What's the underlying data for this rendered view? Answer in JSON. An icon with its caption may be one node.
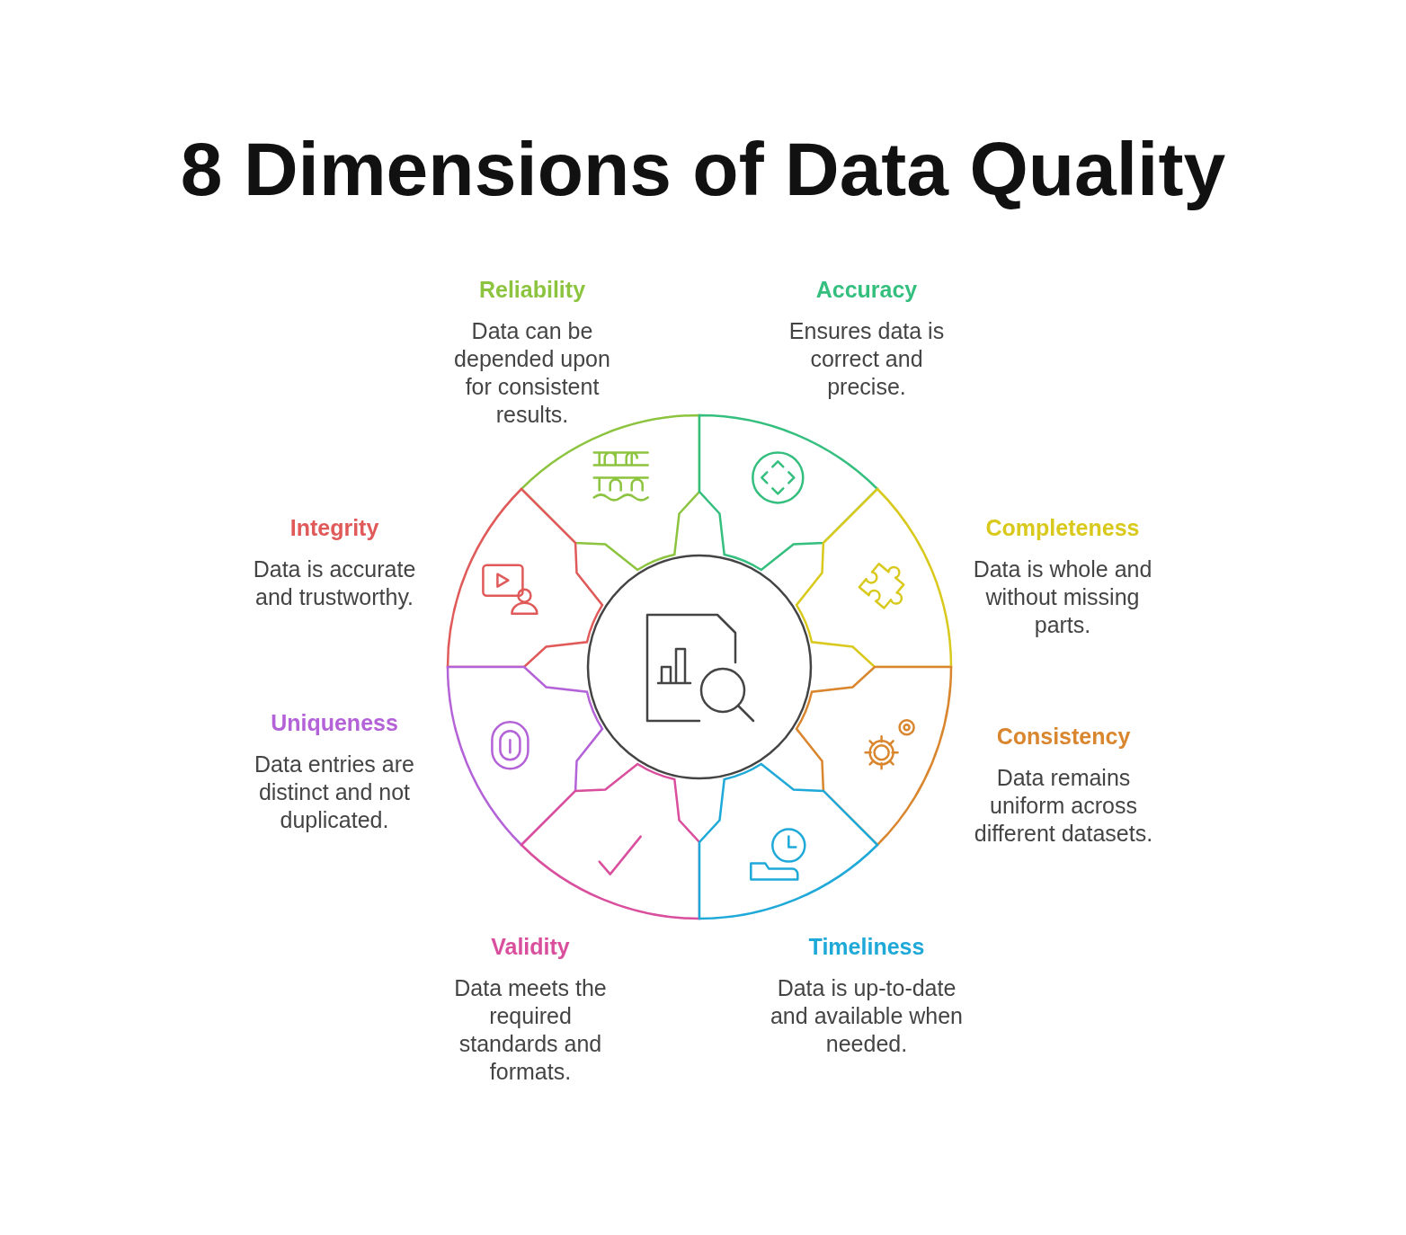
{
  "diagram": {
    "title": "8 Dimensions of Data Quality",
    "nodes": [
      {
        "text": [
          "Reliability",
          "Data can be depended upon for consistent results."
        ]
      },
      {
        "text": [
          "Accuracy",
          "Ensures data is correct and precise."
        ]
      },
      {
        "text": [
          "Integrity",
          "Data is accurate and trustworthy."
        ]
      },
      {
        "text": [
          "Completeness",
          "Data is whole and without missing parts."
        ]
      },
      {
        "text": [
          "Uniqueness",
          "Data entries are distinct and not duplicated."
        ]
      },
      {
        "text": [
          "Consistency",
          "Data remains uniform across different datasets."
        ]
      },
      {
        "text": [
          "Validity",
          "Data meets the required standards and formats."
        ]
      },
      {
        "text": [
          "Timeliness",
          "Data is up-to-date and available when needed."
        ]
      }
    ]
  }
}
